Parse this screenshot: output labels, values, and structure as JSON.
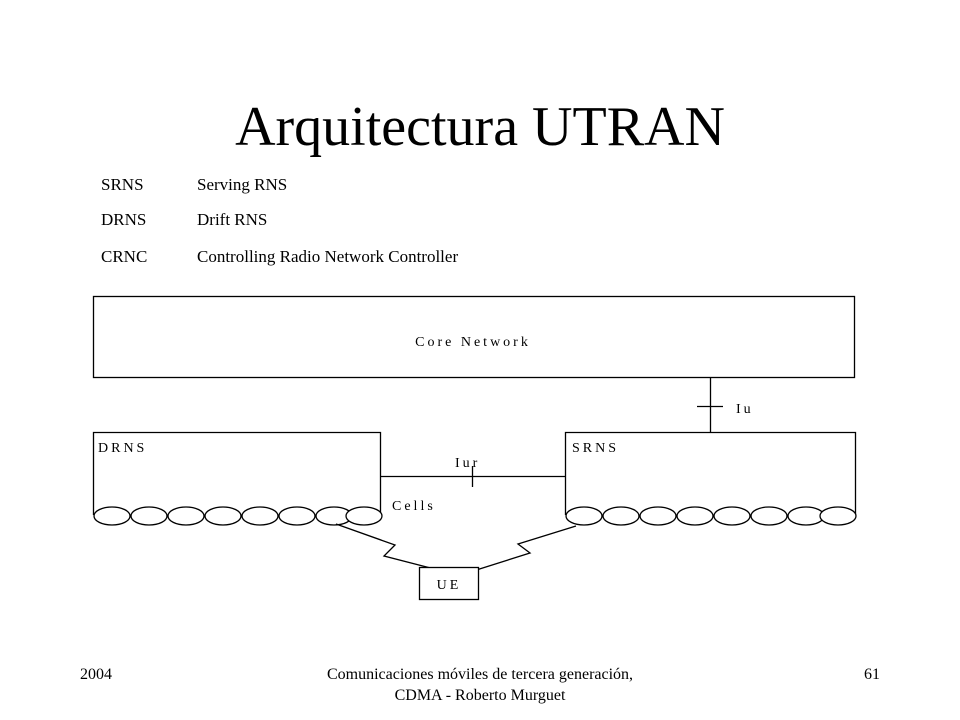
{
  "slide": {
    "title": "Arquitectura UTRAN",
    "glossary": [
      {
        "abbr": "SRNS",
        "definition": "Serving RNS"
      },
      {
        "abbr": "DRNS",
        "definition": "Drift RNS"
      },
      {
        "abbr": "CRNC",
        "definition": "Controlling Radio Network Controller"
      }
    ]
  },
  "diagram": {
    "core_network": "Core Network",
    "iu": "Iu",
    "drns": "DRNS",
    "srns": "SRNS",
    "iur": "Iur",
    "cells": "Cells",
    "ue": "UE"
  },
  "footer": {
    "year": "2004",
    "course": "Comunicaciones móviles de tercera generación, CDMA - Roberto Murguet",
    "page": "61"
  }
}
